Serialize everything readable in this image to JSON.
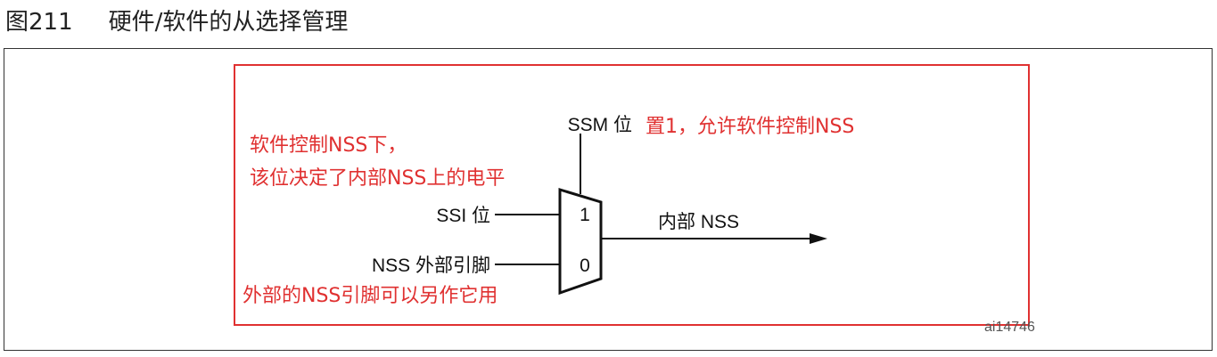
{
  "caption": {
    "figure_number": "图211",
    "title": "硬件/软件的从选择管理"
  },
  "diagram": {
    "ssm_label": "SSM 位",
    "ssi_label": "SSI 位",
    "nss_pin_label": "NSS 外部引脚",
    "mux_input_1": "1",
    "mux_input_0": "0",
    "output_label": "内部 NSS",
    "reference_id": "ai14746"
  },
  "annotations": {
    "ssm_note": "置1，允许软件控制NSS",
    "ssi_note_line1": "软件控制NSS下，",
    "ssi_note_line2": "该位决定了内部NSS上的电平",
    "pin_note": "外部的NSS引脚可以另作它用",
    "highlight_color": "#e03131"
  }
}
